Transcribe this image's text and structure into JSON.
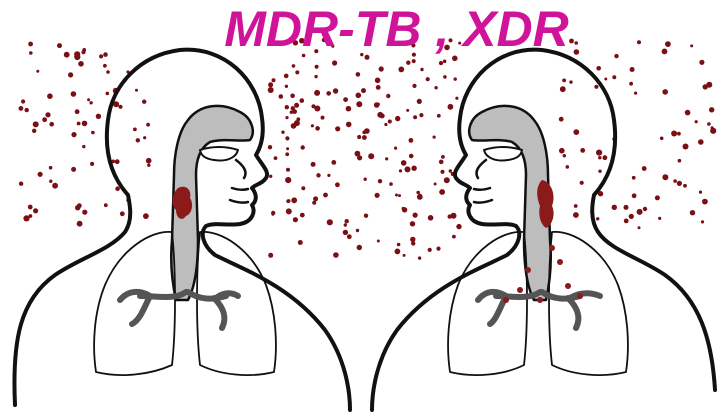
{
  "title": "MDR-TB , XDR",
  "colors": {
    "title": "#d0149a",
    "droplet": "#7a0f14",
    "outline": "#111111",
    "airway": "#b8b8b8",
    "background": "#ffffff"
  },
  "figures": [
    {
      "side": "left",
      "facing": "right",
      "infected_lungs": false
    },
    {
      "side": "right",
      "facing": "left",
      "infected_lungs": true
    }
  ],
  "icons": [
    "aerosol-droplets",
    "human-silhouette",
    "respiratory-tract",
    "lungs"
  ]
}
